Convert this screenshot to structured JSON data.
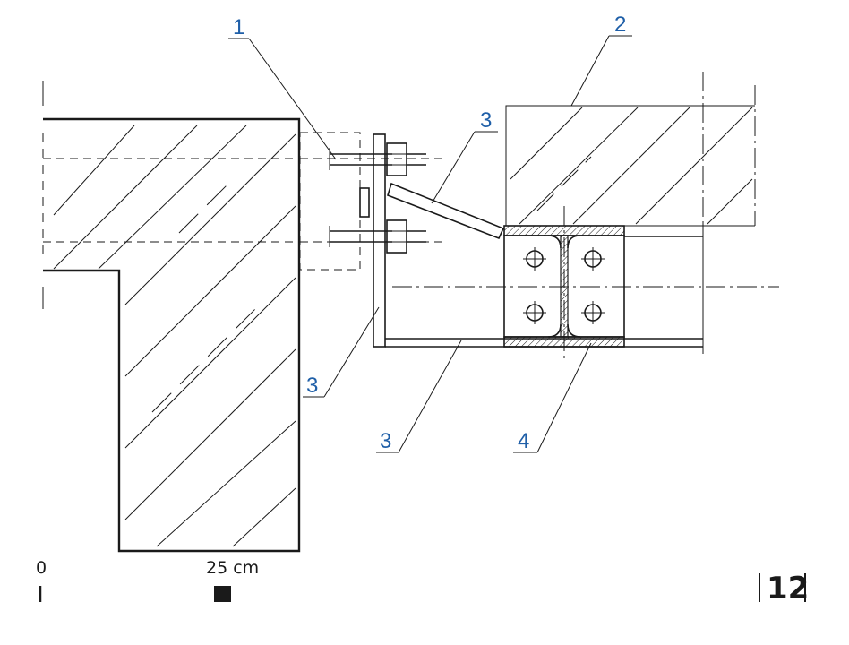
{
  "callouts": [
    {
      "id": "c1",
      "label": "1"
    },
    {
      "id": "c2",
      "label": "2"
    },
    {
      "id": "c3a",
      "label": "3"
    },
    {
      "id": "c3b",
      "label": "3"
    },
    {
      "id": "c3c",
      "label": "3"
    },
    {
      "id": "c4",
      "label": "4"
    }
  ],
  "scale_bar": {
    "start_label": "0",
    "end_label": "25 cm"
  },
  "figure_number": "12",
  "colors": {
    "callout": "#1f5fa8",
    "line": "#1a1a1a"
  }
}
